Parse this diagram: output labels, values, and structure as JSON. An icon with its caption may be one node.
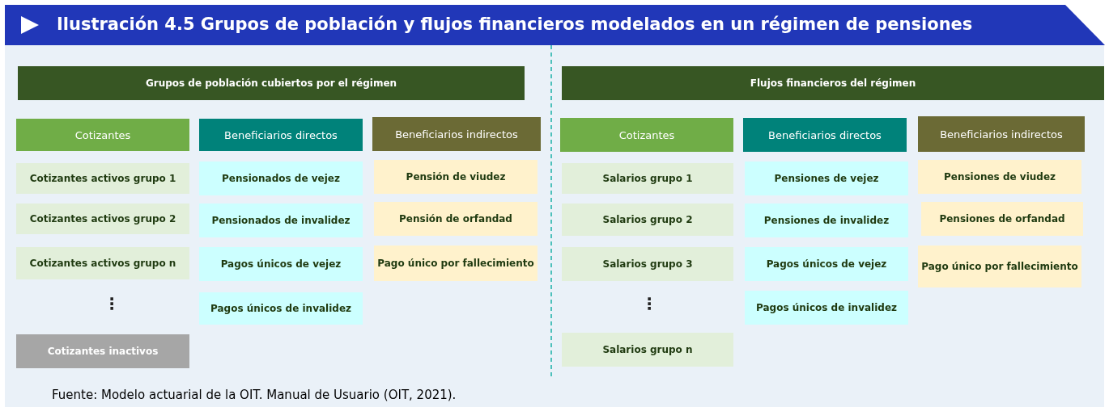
{
  "diagram": {
    "title": "Ilustración 4.5 Grupos de población y flujos financieros modelados en un régimen de pensiones",
    "caption": "Fuente: Modelo actuarial de la OIT. Manual de Usuario (OIT, 2021).",
    "nodes": [
      {
        "text": [
          "Grupos de población cubiertos por el régimen"
        ]
      },
      {
        "text": [
          "Cotizantes"
        ]
      },
      {
        "text": [
          "Beneficiarios directos"
        ]
      },
      {
        "text": [
          "Beneficiarios indirectos"
        ]
      },
      {
        "text": [
          "Cotizantes activos grupo 1"
        ]
      },
      {
        "text": [
          "Cotizantes activos grupo 2"
        ]
      },
      {
        "text": [
          "Cotizantes activos grupo n"
        ]
      },
      {
        "text": [
          "Cotizantes inactivos"
        ]
      },
      {
        "text": [
          "Pensionados de vejez"
        ]
      },
      {
        "text": [
          "Pensionados de invalidez"
        ]
      },
      {
        "text": [
          "Pagos únicos de vejez"
        ]
      },
      {
        "text": [
          "Pagos únicos de invalidez"
        ]
      },
      {
        "text": [
          "Pensión de viudez"
        ]
      },
      {
        "text": [
          "Pensión de orfandad"
        ]
      },
      {
        "text": [
          "Pago único por fallecimiento"
        ]
      },
      {
        "text": [
          "Flujos financieros del régimen"
        ]
      },
      {
        "text": [
          "Cotizantes"
        ]
      },
      {
        "text": [
          "Beneficiarios directos"
        ]
      },
      {
        "text": [
          "Beneficiarios indirectos"
        ]
      },
      {
        "text": [
          "Salarios grupo 1"
        ]
      },
      {
        "text": [
          "Salarios grupo 2"
        ]
      },
      {
        "text": [
          "Salarios grupo 3"
        ]
      },
      {
        "text": [
          "Salarios grupo n"
        ]
      },
      {
        "text": [
          "Pensiones de vejez"
        ]
      },
      {
        "text": [
          "Pensiones de invalidez"
        ]
      },
      {
        "text": [
          "Pagos únicos de vejez"
        ]
      },
      {
        "text": [
          "Pagos únicos de invalidez"
        ]
      },
      {
        "text": [
          "Pensiones de viudez"
        ]
      },
      {
        "text": [
          "Pensiones de orfandad"
        ]
      },
      {
        "text": [
          "Pago único por fallecimiento"
        ]
      }
    ],
    "labels": [
      "⋮",
      "⋮"
    ]
  }
}
